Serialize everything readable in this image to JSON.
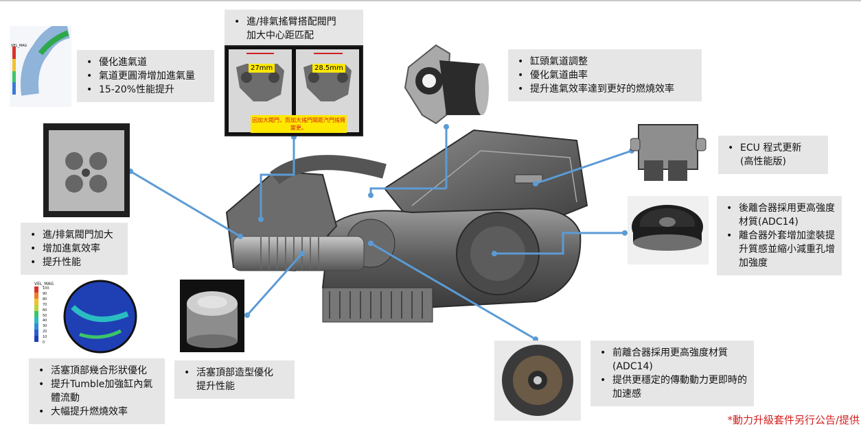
{
  "boxes": {
    "intake_port": [
      "優化進氣道",
      "氣道更圓滑增加進氣量",
      "15-20%性能提升"
    ],
    "rocker_arm": [
      "進/排氣搖臂搭配閥門",
      "加大中心距匹配"
    ],
    "cylinder_head": [
      "缸頭氣道調整",
      "優化氣道曲率",
      "提升進氣效率達到更好的燃燒效率"
    ],
    "ecu": [
      "ECU 程式更新",
      "(高性能版)"
    ],
    "rear_clutch": [
      "後離合器採用更高強度材質(ADC14)",
      "離合器外套增加塗裝提升質感並縮小減重孔增加強度"
    ],
    "valves": [
      "進/排氣閥門加大",
      "增加進氣效率",
      "提升性能"
    ],
    "piston_flow": [
      "活塞頂部幾合形狀優化",
      "提升Tumble加強缸內氣體流動",
      "大幅提升燃燒效率"
    ],
    "piston_shape": [
      "活塞頂部造型優化",
      "提升性能"
    ],
    "front_clutch": [
      "前離合器採用更高強度材質(ADC14)",
      "提供更穩定的傳動動力更即時的加速感"
    ]
  },
  "rocker_photo": {
    "dim_left": "27mm",
    "dim_right": "28.5mm",
    "caption": "因加大閥門，而加大搖門間距汽門搖臂變更。"
  },
  "flow_legend": {
    "title": "VEL_MAG",
    "ticks": [
      "100",
      "90",
      "80",
      "70",
      "60",
      "50",
      "40",
      "30",
      "20",
      "10",
      "0"
    ]
  },
  "small_legend_title": "VEL_MAG",
  "footnote": "*動力升級套件另行公告/提供",
  "colors": {
    "connector": "#5b9bd5",
    "box_bg": "#e6e6e6",
    "footnote": "#d21f1f"
  }
}
